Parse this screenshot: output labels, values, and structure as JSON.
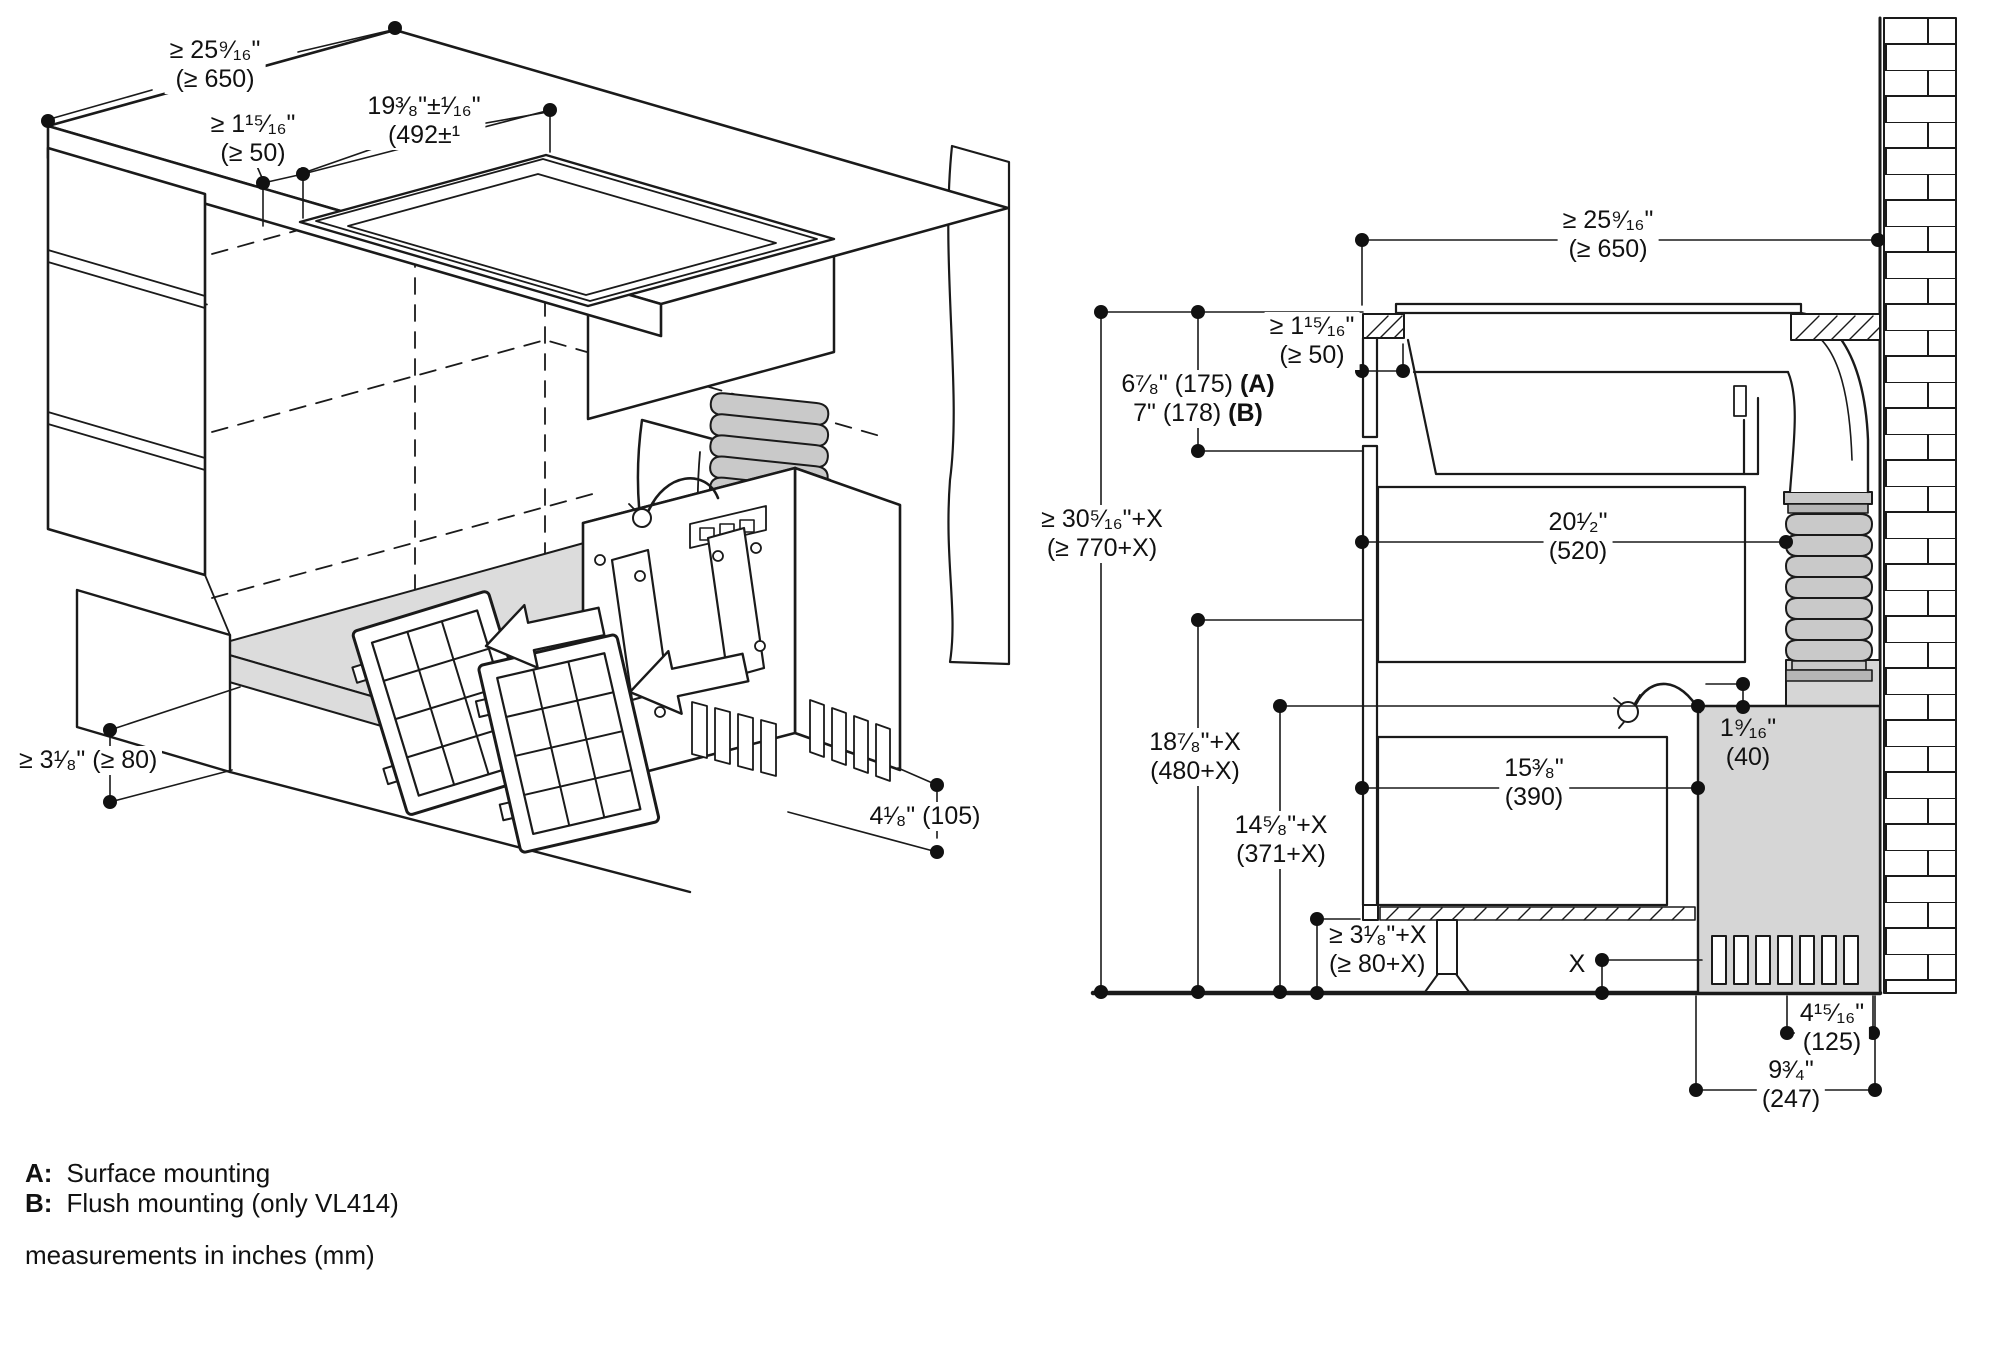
{
  "colors": {
    "line": "#1a1a1a",
    "duct_gray": "#c9c9c9",
    "unit_gray": "#d6d6d6",
    "shelf_gray": "#dcdcdc",
    "background": "#ffffff"
  },
  "left_view": {
    "dims": {
      "counter_depth": {
        "line1": "≥ 25⁹⁄₁₆\"",
        "line2": "(≥ 650)"
      },
      "rear_clearance": {
        "line1": "≥ 1¹⁵⁄₁₆\"",
        "line2": "(≥ 50)"
      },
      "cutout_width": {
        "line1": "19³⁄₈\"±¹⁄₁₆\"",
        "line2": "(492±¹"
      },
      "plinth_recess": {
        "text": "≥ 3¹⁄₈\" (≥ 80)"
      },
      "duct_clearance": {
        "text": "4¹⁄₈\" (105)"
      }
    }
  },
  "right_view": {
    "dims": {
      "counter_depth": {
        "line1": "≥ 25⁹⁄₁₆\"",
        "line2": "(≥ 650)"
      },
      "rear_clearance": {
        "line1": "≥ 1¹⁵⁄₁₆\"",
        "line2": "(≥ 50)"
      },
      "cooktop_height": {
        "line1_value": "6⁷⁄₈\" (175) ",
        "line1_key": "(A)",
        "line2_value": "7\" (178) ",
        "line2_key": "(B)"
      },
      "worktop_height": {
        "line1": "≥ 30⁵⁄₁₆\"+X",
        "line2": "(≥ 770+X)"
      },
      "clearance_width": {
        "line1": "20¹⁄₂\"",
        "line2": "(520)"
      },
      "niche_height": {
        "line1": "18⁷⁄₈\"+X",
        "line2": "(480+X)"
      },
      "niche_width": {
        "line1": "15³⁄₈\"",
        "line2": "(390)"
      },
      "duct_offset": {
        "line1": "1⁹⁄₁₆\"",
        "line2": "(40)"
      },
      "outlet_height": {
        "line1": "14⁵⁄₈\"+X",
        "line2": "(371+X)"
      },
      "plinth_height": {
        "line1": "≥ 3¹⁄₈\"+X",
        "line2": "(≥ 80+X)"
      },
      "plinth_var": {
        "text": "X"
      },
      "duct_width": {
        "line1": "4¹⁵⁄₁₆\"",
        "line2": "(125)"
      },
      "blower_depth": {
        "line1": "9³⁄₄\"",
        "line2": "(247)"
      }
    }
  },
  "legend": {
    "a_key": "A:",
    "a_text": "Surface mounting",
    "b_key": "B:",
    "b_text": "Flush mounting (only VL414)",
    "note": "measurements in inches (mm)"
  }
}
